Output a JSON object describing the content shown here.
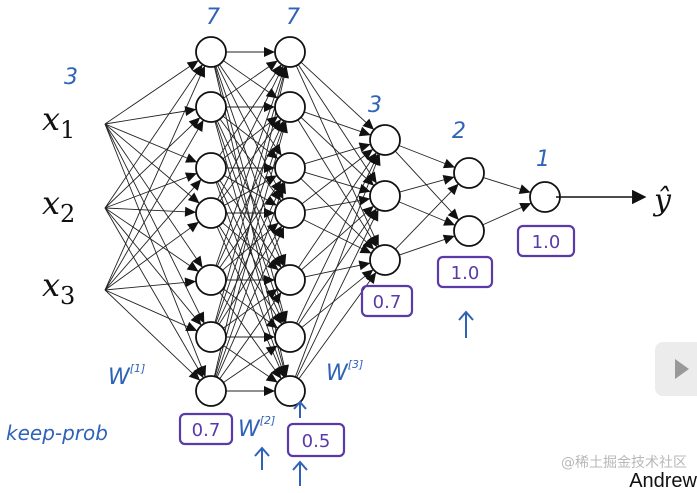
{
  "inputs": {
    "x1": "x",
    "x1_sub": "1",
    "x2": "x",
    "x2_sub": "2",
    "x3": "x",
    "x3_sub": "3",
    "count": "3"
  },
  "output": {
    "symbol": "ŷ"
  },
  "layers": [
    {
      "units": "7",
      "keep_prob": "0.7"
    },
    {
      "units": "7",
      "keep_prob": "0.5"
    },
    {
      "units": "3",
      "keep_prob": "0.7"
    },
    {
      "units": "2",
      "keep_prob": "1.0"
    },
    {
      "units": "1",
      "keep_prob": "1.0"
    }
  ],
  "annotations": {
    "w1": "W",
    "w1_sup": "[1]",
    "w2": "W",
    "w2_sup": "[2]",
    "w3": "W",
    "w3_sup": "[3]",
    "keep_prob_label": "keep-prob"
  },
  "footer": {
    "author": "Andrew",
    "watermark": "@稀土掘金技术社区"
  },
  "colors": {
    "annotation": "#2f63b8",
    "box": "#5a3aa8",
    "ink": "#111111"
  }
}
